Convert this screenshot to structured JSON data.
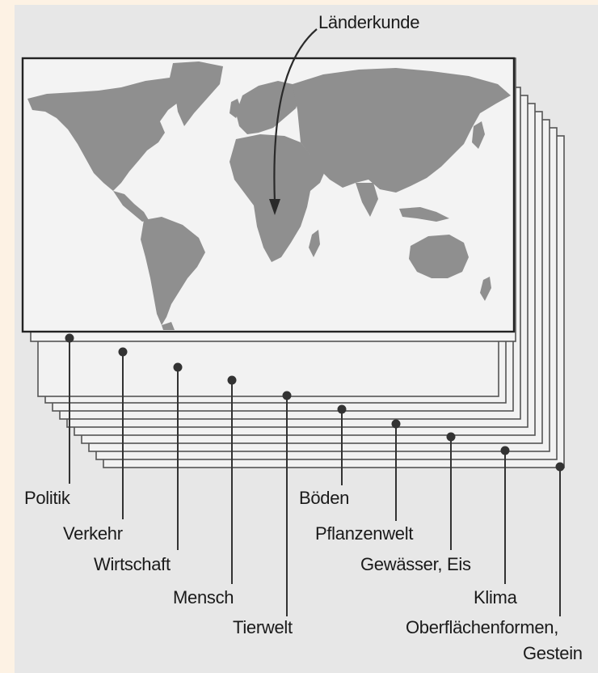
{
  "title": "Länderkunde",
  "layers": [
    {
      "id": "politik",
      "label": "Politik"
    },
    {
      "id": "verkehr",
      "label": "Verkehr"
    },
    {
      "id": "wirtschaft",
      "label": "Wirtschaft"
    },
    {
      "id": "mensch",
      "label": "Mensch"
    },
    {
      "id": "tierwelt",
      "label": "Tierwelt"
    },
    {
      "id": "boeden",
      "label": "Böden"
    },
    {
      "id": "pflanzenwelt",
      "label": "Pflanzenwelt"
    },
    {
      "id": "gewaesser",
      "label": "Gewässer, Eis"
    },
    {
      "id": "klima",
      "label": "Klima"
    },
    {
      "id": "oberflaechen",
      "label": "Oberflächenformen,"
    },
    {
      "id": "gestein",
      "label": "Gestein"
    }
  ],
  "colors": {
    "background": "#e7e7e7",
    "land": "#8f8f8f",
    "frame": "#333333",
    "line": "#555555"
  }
}
